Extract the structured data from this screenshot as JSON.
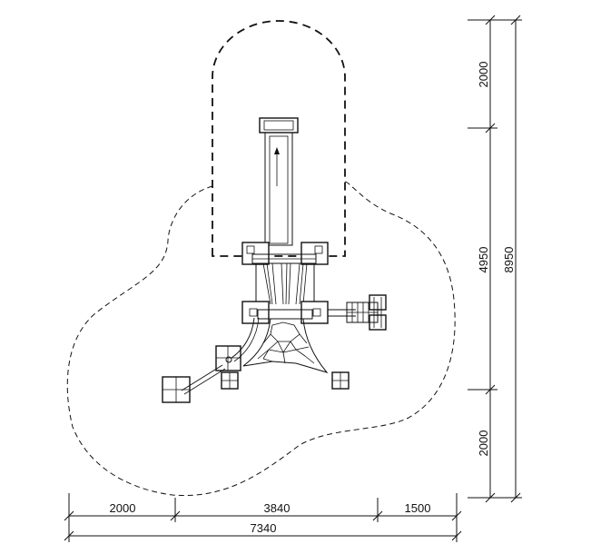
{
  "drawing": {
    "dimensions_horizontal": {
      "left": "2000",
      "middle": "3840",
      "right": "1500",
      "total": "7340"
    },
    "dimensions_vertical": {
      "top": "2000",
      "middle": "4950",
      "bottom": "2000",
      "total": "8950"
    }
  }
}
